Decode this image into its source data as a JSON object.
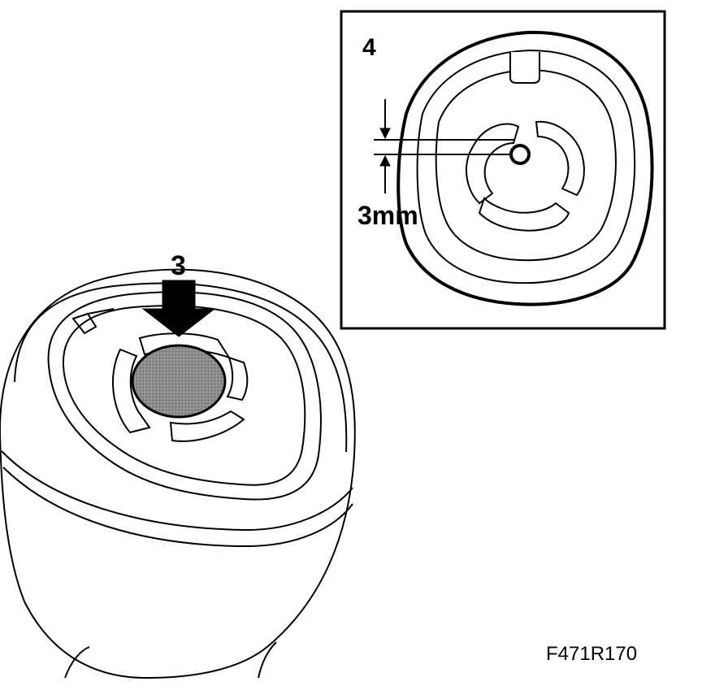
{
  "callouts": {
    "step_3": "3",
    "step_4": "4"
  },
  "dimension": {
    "label": "3mm"
  },
  "figure_id": "F471R170",
  "colors": {
    "line": "#000000",
    "background": "#ffffff",
    "cap_fill": "#8c8c8c"
  }
}
